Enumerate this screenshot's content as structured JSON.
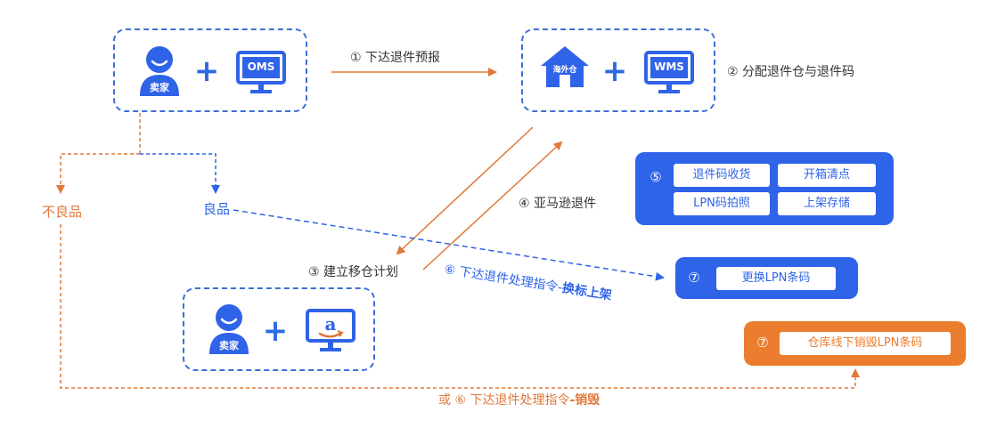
{
  "seller_box_top": {
    "avatar_label": "卖家",
    "monitor_label": "OMS"
  },
  "warehouse_box": {
    "house_label": "海外仓",
    "monitor_label": "WMS"
  },
  "seller_box_bottom": {
    "avatar_label": "卖家",
    "monitor_glyph": "a"
  },
  "steps": {
    "s1": "① 下达退件预报",
    "s2": "② 分配退件仓与退件码",
    "s3": "③ 建立移仓计划",
    "s4": "④ 亚马逊退件",
    "s6_prefix": "⑥ 下达退件处理指令-",
    "s6_suffix": "换标上架",
    "or_prefix": "或 ⑥ 下达退件处理指令",
    "or_suffix": "-销毁"
  },
  "labels": {
    "defective": "不良品",
    "good": "良品"
  },
  "panel5": {
    "number": "⑤",
    "items": [
      "退件码收货",
      "开箱清点",
      "LPN码拍照",
      "上架存储"
    ]
  },
  "panel7_blue": {
    "number": "⑦",
    "item": "更换LPN条码"
  },
  "panel7_orange": {
    "number": "⑦",
    "item": "仓库线下销毁LPN条码"
  },
  "colors": {
    "blue": "#2f63e8",
    "orange": "#ec7d2f",
    "arrow_orange": "#e0783a",
    "dashed_blue": "#3b6fd6"
  }
}
